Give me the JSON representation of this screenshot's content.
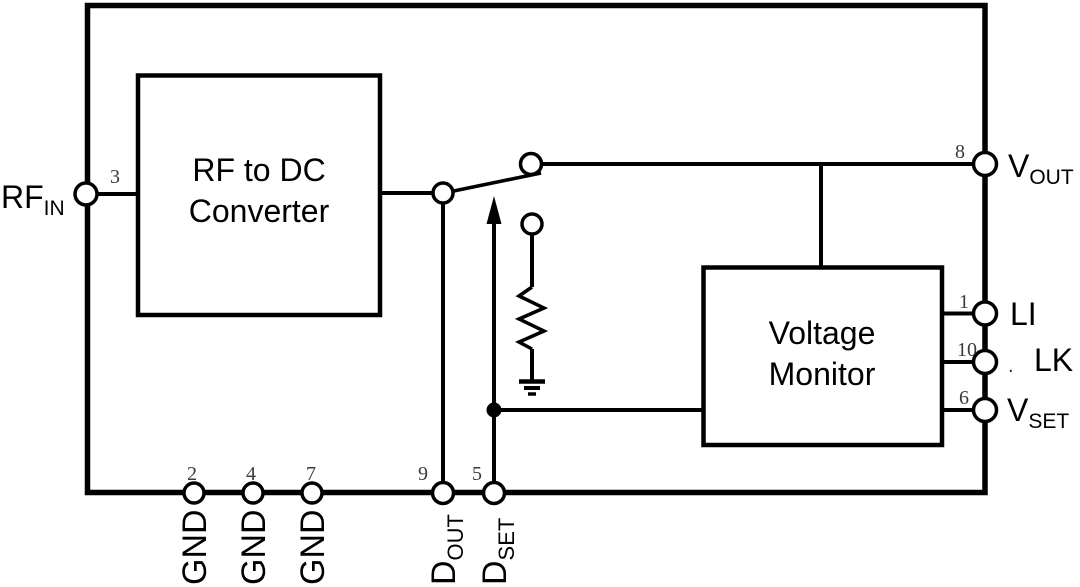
{
  "figure": {
    "type": "functional-block-diagram",
    "background_color": "#ffffff",
    "line_color": "#000000",
    "pin_number_color": "#3a3a3a"
  },
  "blocks": {
    "converter": {
      "line1": "RF to DC",
      "line2": "Converter"
    },
    "monitor": {
      "line1": "Voltage",
      "line2": "Monitor"
    }
  },
  "pins": {
    "rfin": {
      "number": "3",
      "main": "RF",
      "sub": "IN"
    },
    "vout": {
      "number": "8",
      "main": "V",
      "sub": "OUT"
    },
    "li": {
      "number": "1",
      "main": "LI"
    },
    "lk": {
      "number": "10",
      "main": "LK",
      "stray_mark": "."
    },
    "vset": {
      "number": "6",
      "main": "V",
      "sub": "SET"
    },
    "gnd_a": {
      "number": "2",
      "main": "GND"
    },
    "gnd_b": {
      "number": "4",
      "main": "GND"
    },
    "gnd_c": {
      "number": "7",
      "main": "GND"
    },
    "dout": {
      "number": "9",
      "main": "D",
      "sub": "OUT"
    },
    "dset": {
      "number": "5",
      "main": "D",
      "sub": "SET"
    }
  }
}
